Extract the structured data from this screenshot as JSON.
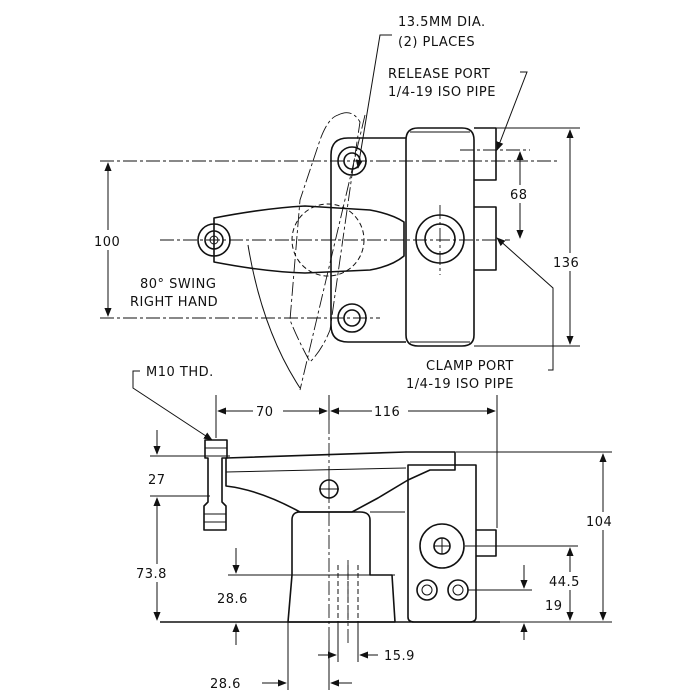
{
  "title": "",
  "labels": {
    "hole_dia_line1": "13.5MM DIA.",
    "hole_dia_line2": "(2) PLACES",
    "release_port_line1": "RELEASE PORT",
    "release_port_line2": "1/4-19 ISO PIPE",
    "clamp_port_line1": "CLAMP PORT",
    "clamp_port_line2": "1/4-19 ISO PIPE",
    "swing_line1": "80° SWING",
    "swing_line2": "RIGHT HAND",
    "thread": "M10 THD."
  },
  "dimensions": {
    "top_view_height": "100",
    "port_spacing": "68",
    "body_height": "136",
    "arm_offset": "70",
    "body_length": "116",
    "spindle_height": "27",
    "overall_height": "104",
    "base_to_arm": "73.8",
    "base_height": "28.6",
    "port_height": "44.5",
    "mount_hole_height": "19",
    "slot_width": "15.9",
    "base_offset": "28.6"
  }
}
